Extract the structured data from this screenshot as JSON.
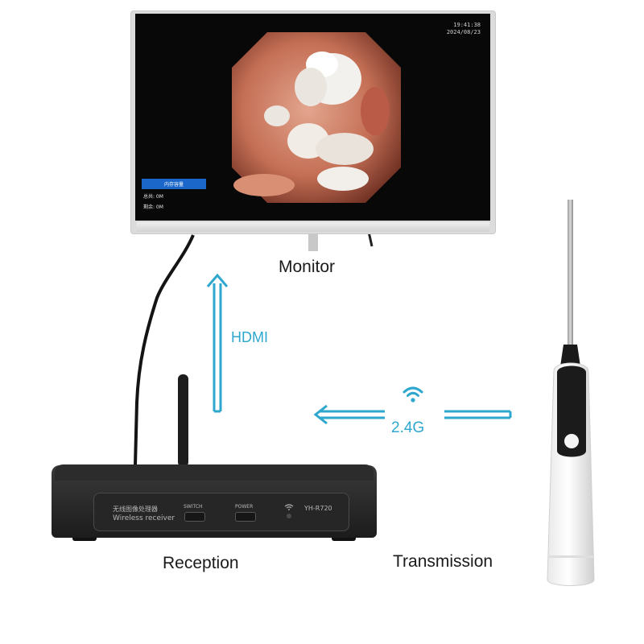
{
  "monitor": {
    "label": "Monitor",
    "time": "19:41:38",
    "date": "2024/08/23",
    "memory_header": "内存容量",
    "total_line": "总共: 0M",
    "remaining_line": "剩余: 0M"
  },
  "links": {
    "hdmi_label": "HDMI",
    "wireless_label": "2.4G"
  },
  "receiver": {
    "label": "Reception",
    "name_cn": "无线图像处理器",
    "name_en": "Wireless receiver",
    "switch_label": "SWITCH",
    "power_label": "POWER",
    "model": "YH-R720"
  },
  "transmitter": {
    "label": "Transmission"
  },
  "colors": {
    "arrow": "#2ea7cf",
    "memory_header": "#1a66c9",
    "receiver_body": "#232323"
  },
  "icons": {
    "wifi": "wifi-icon"
  }
}
